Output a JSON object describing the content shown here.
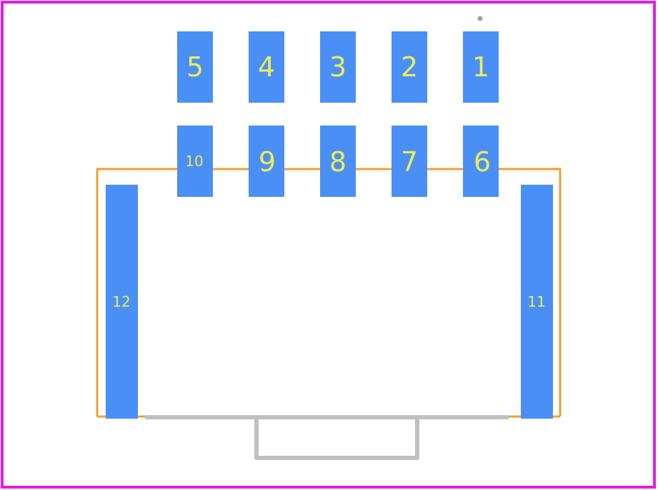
{
  "colors": {
    "board_outline": "#e020e0",
    "courtyard": "#f0a030",
    "pad": "#4a8ff5",
    "pad_label": "#ecec5a",
    "silkscreen": "#c0c0c0",
    "pin1_marker": "#a0a0a0",
    "background": "#ffffff"
  },
  "pads": [
    {
      "id": "pad-1",
      "label": "1"
    },
    {
      "id": "pad-2",
      "label": "2"
    },
    {
      "id": "pad-3",
      "label": "3"
    },
    {
      "id": "pad-4",
      "label": "4"
    },
    {
      "id": "pad-5",
      "label": "5"
    },
    {
      "id": "pad-6",
      "label": "6"
    },
    {
      "id": "pad-7",
      "label": "7"
    },
    {
      "id": "pad-8",
      "label": "8"
    },
    {
      "id": "pad-9",
      "label": "9"
    },
    {
      "id": "pad-10",
      "label": "10"
    },
    {
      "id": "pad-11",
      "label": "11"
    },
    {
      "id": "pad-12",
      "label": "12"
    }
  ]
}
